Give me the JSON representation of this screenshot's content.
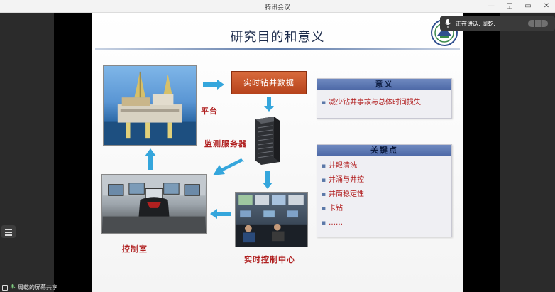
{
  "window": {
    "title": "腾讯会议",
    "controls": [
      "—",
      "◱",
      "▭",
      "✕"
    ]
  },
  "speaker": {
    "text": "正在讲话: 周乾;"
  },
  "slide": {
    "title": "研究目的和意义",
    "data_box": "实时钻井数据",
    "labels": {
      "platform": "平台",
      "server": "监测服务器",
      "control_room": "控制室",
      "center": "实时控制中心"
    },
    "panel_meaning": {
      "heading": "意义",
      "items": [
        "减少钻井事故与总体时间损失"
      ]
    },
    "panel_keys": {
      "heading": "关键点",
      "items": [
        "井眼清洗",
        "井涌与井控",
        "井筒稳定性",
        "卡钻",
        "……"
      ]
    }
  },
  "share_bar": {
    "text": "周乾的屏幕共享"
  },
  "colors": {
    "accent_red": "#b02020",
    "panel_header": "#4c68a6",
    "arrow_blue": "#35a6dc",
    "data_box": "#c8552a"
  }
}
